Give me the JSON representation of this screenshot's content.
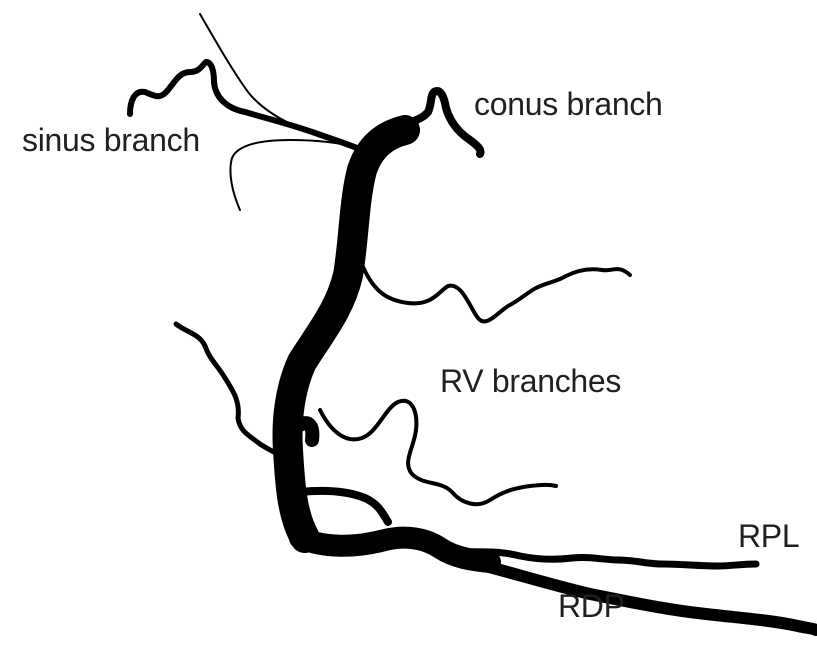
{
  "labels": {
    "sinus_branch": "sinus branch",
    "conus_branch": "conus branch",
    "rv_branches": "RV branches",
    "rpl": "RPL",
    "rdp": "RDP"
  },
  "colors": {
    "vessel": "#000000",
    "text": "#231f20",
    "background": "#ffffff"
  }
}
